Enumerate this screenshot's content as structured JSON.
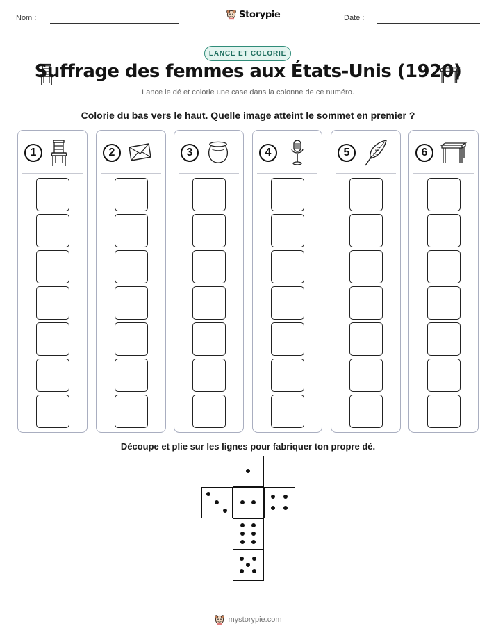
{
  "header": {
    "name_label": "Nom :",
    "date_label": "Date :",
    "brand": "Storypie"
  },
  "badge": "LANCE ET COLORIE",
  "title": "Suffrage des femmes aux États-Unis (1920)",
  "subtitle": "Lance le dé et colorie une case dans la colonne de ce numéro.",
  "instruction": "Colorie du bas vers le haut. Quelle image atteint le sommet en premier ?",
  "columns": [
    {
      "number": "1",
      "icon": "chair-icon"
    },
    {
      "number": "2",
      "icon": "envelope-icon"
    },
    {
      "number": "3",
      "icon": "pot-icon"
    },
    {
      "number": "4",
      "icon": "microphone-icon"
    },
    {
      "number": "5",
      "icon": "feather-quill-icon"
    },
    {
      "number": "6",
      "icon": "table-icon"
    }
  ],
  "boxes_per_column": 7,
  "cut_instruction": "Découpe et plie sur les lignes pour fabriquer ton propre dé.",
  "dice_faces": [
    1,
    3,
    2,
    4,
    6,
    5
  ],
  "footer": "mystorypie.com"
}
